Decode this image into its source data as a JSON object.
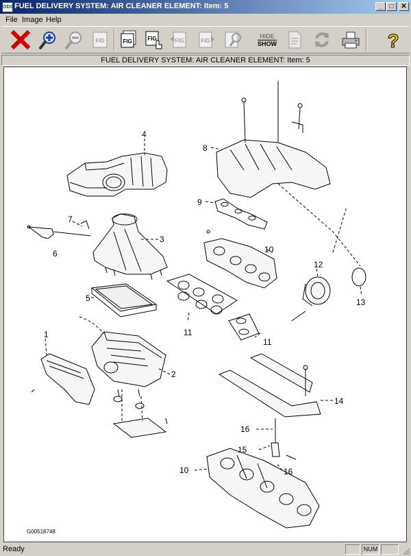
{
  "window": {
    "app_icon_text": "ODS",
    "title": "FUEL DELIVERY SYSTEM: AIR CLEANER ELEMENT: Item: 5",
    "minimize": "_",
    "maximize": "□",
    "close": "✕"
  },
  "menu": {
    "items": [
      {
        "label": "File"
      },
      {
        "label": "Image"
      },
      {
        "label": "Help"
      }
    ]
  },
  "toolbar": {
    "fig_label": "FIG",
    "hide_label": "HIDE",
    "show_label": "SHOW",
    "help_label": "?",
    "close_glyph": "✕"
  },
  "caption": "FUEL DELIVERY SYSTEM: AIR CLEANER ELEMENT: Item: 5",
  "figure": {
    "id": "G00518748",
    "callouts": {
      "c1": "1",
      "c2": "2",
      "c3": "3",
      "c4": "4",
      "c5": "5",
      "c6": "6",
      "c7": "7",
      "c8": "8",
      "c9": "9",
      "c10a": "10",
      "c10b": "10",
      "c11a": "11",
      "c11b": "11",
      "c12": "12",
      "c13": "13",
      "c14": "14",
      "c15": "15",
      "c16a": "16",
      "c16b": "16"
    }
  },
  "status": {
    "text": "Ready",
    "num": "NUM"
  },
  "colors": {
    "titlebar_start": "#0a246a",
    "titlebar_end": "#a6caf0",
    "chrome": "#d4d0c8",
    "close_red": "#d00000",
    "help_yellow": "#f0c800"
  }
}
